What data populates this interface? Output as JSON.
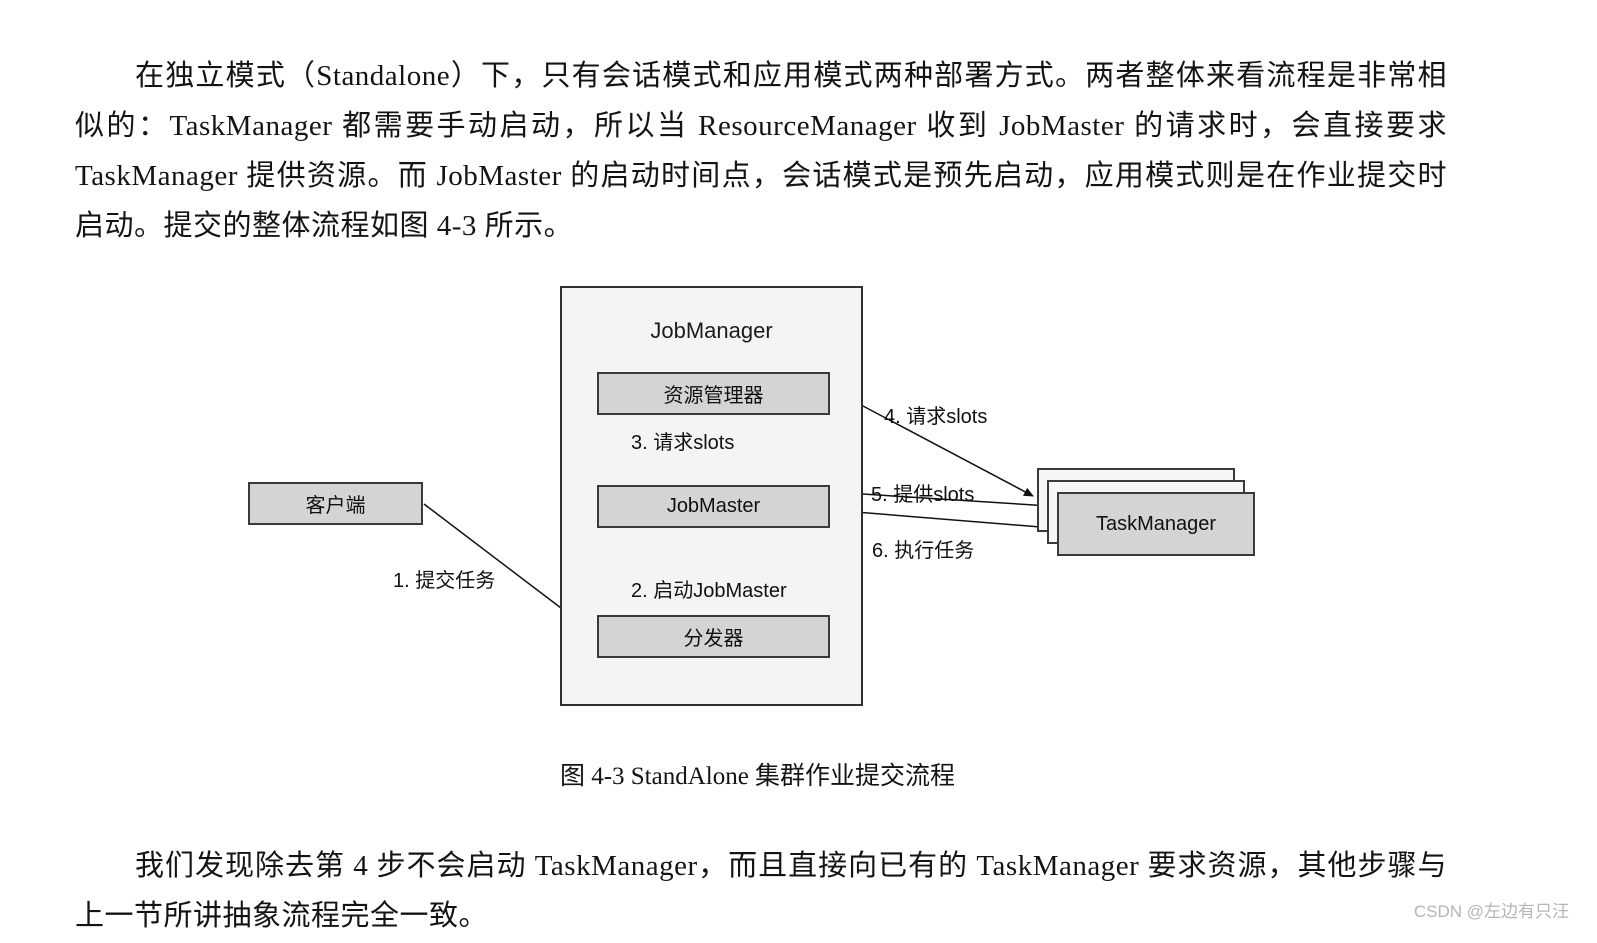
{
  "paragraphs": {
    "p1": "在独立模式（Standalone）下，只有会话模式和应用模式两种部署方式。两者整体来看流程是非常相似的：TaskManager 都需要手动启动，所以当 ResourceManager 收到 JobMaster 的请求时，会直接要求 TaskManager 提供资源。而 JobMaster 的启动时间点，会话模式是预先启动，应用模式则是在作业提交时启动。提交的整体流程如图 4-3 所示。",
    "p2": "我们发现除去第 4 步不会启动 TaskManager，而且直接向已有的 TaskManager 要求资源，其他步骤与上一节所讲抽象流程完全一致。"
  },
  "diagram": {
    "jobmanager": "JobManager",
    "resource_manager": "资源管理器",
    "jobmaster": "JobMaster",
    "dispatcher": "分发器",
    "client": "客户端",
    "taskmanager": "TaskManager",
    "arrow1": "1. 提交任务",
    "arrow2": "2. 启动JobMaster",
    "arrow3": "3. 请求slots",
    "arrow4": "4. 请求slots",
    "arrow5": "5. 提供slots",
    "arrow6": "6. 执行任务"
  },
  "caption": "图 4-3 StandAlone 集群作业提交流程",
  "watermark": "CSDN @左边有只汪",
  "colors": {
    "box_fill": "#d4d4d4",
    "panel_fill": "#f4f4f4",
    "line": "#111111",
    "watermark": "#b5b5b5"
  }
}
